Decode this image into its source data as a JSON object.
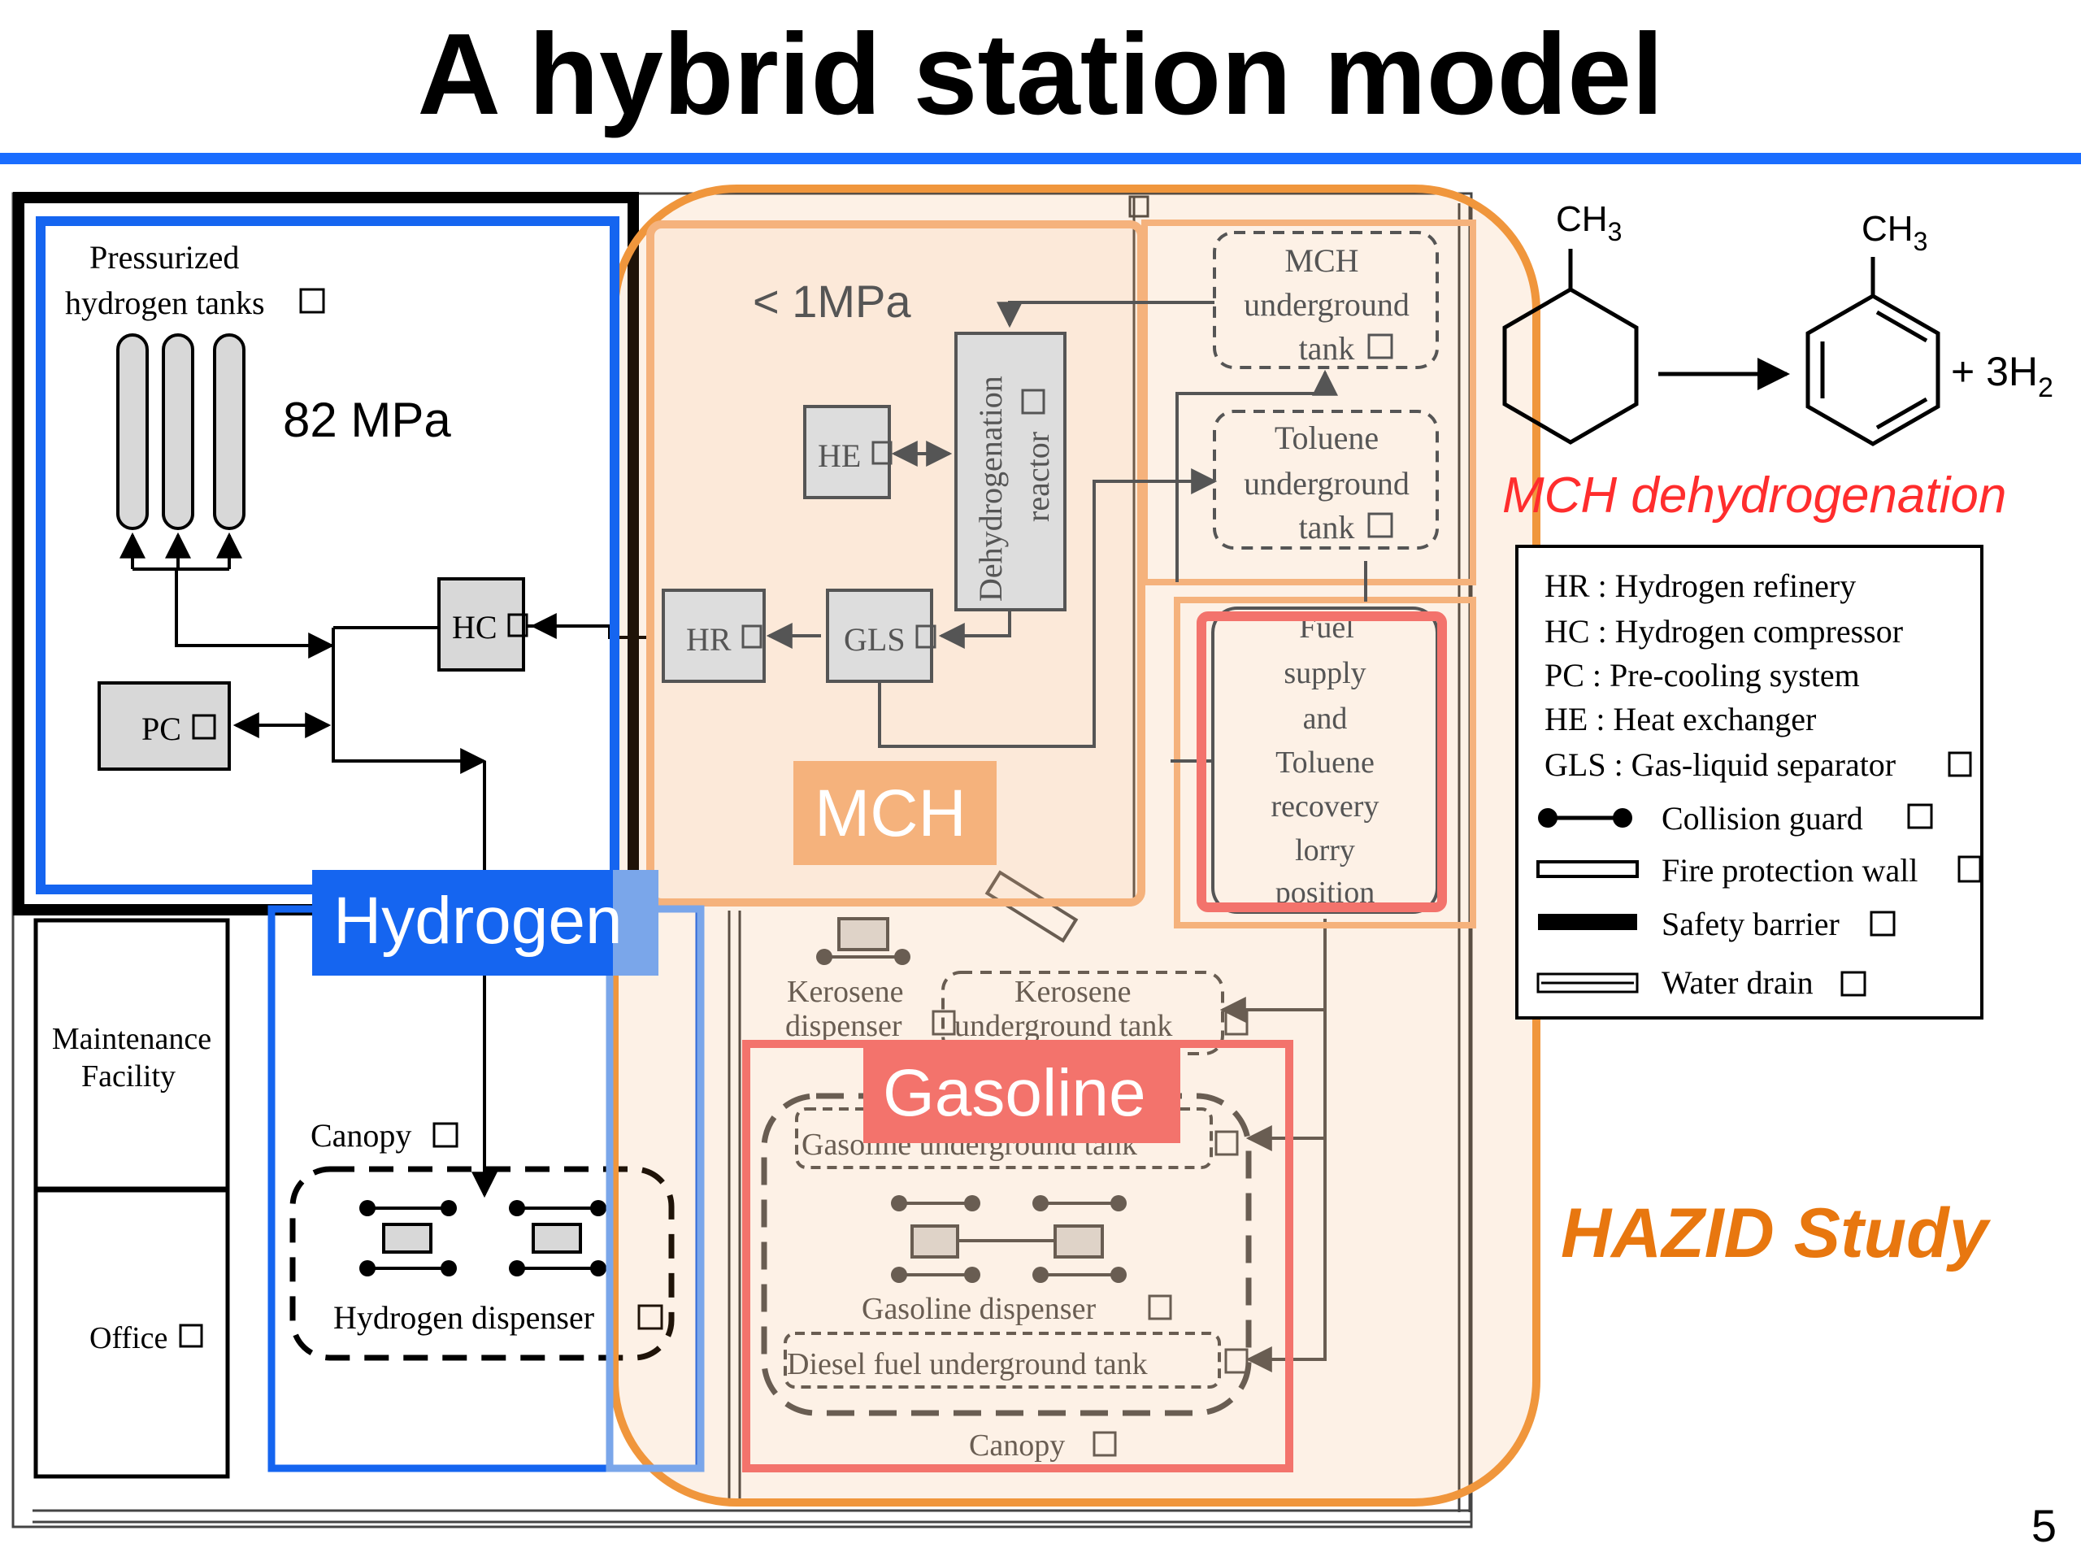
{
  "slide": {
    "title": "A hybrid station model",
    "page_number": "5",
    "accent_color": "#1a6dff"
  },
  "regions": {
    "hydrogen_label": "Hydrogen",
    "mch_label": "MCH",
    "gasoline_label": "Gasoline",
    "hazid_label": "HAZID Study",
    "colors": {
      "hydrogen": "#1565f0",
      "hydrogen_light": "#7aa6ea",
      "hazid": "#f0963c",
      "mch": "#f5b27c",
      "gasoline": "#f3736c",
      "hazid_text": "#e8770f",
      "mch_dehydrogenation_text": "#ff2d2d"
    }
  },
  "hydrogen_area": {
    "tanks_label_line1": "Pressurized",
    "tanks_label_line2": "hydrogen tanks",
    "pressure": "82 MPa",
    "hc": "HC",
    "pc": "PC",
    "canopy": "Canopy",
    "dispenser": "Hydrogen dispenser"
  },
  "mch_area": {
    "pressure": "< 1MPa",
    "he": "HE",
    "hr": "HR",
    "gls": "GLS",
    "reactor_line1": "Dehydrogenation",
    "reactor_line2": "reactor",
    "mch_tank_line1": "MCH",
    "mch_tank_line2": "underground",
    "mch_tank_line3": "tank",
    "toluene_tank_line1": "Toluene",
    "toluene_tank_line2": "underground",
    "toluene_tank_line3": "tank",
    "lorry_lines": [
      "Fuel",
      "supply",
      "and",
      "Toluene",
      "recovery",
      "lorry",
      "position"
    ]
  },
  "site": {
    "maintenance_line1": "Maintenance",
    "maintenance_line2": "Facility",
    "office": "Office",
    "kerosene_dispenser_line1": "Kerosene",
    "kerosene_dispenser_line2": "dispenser",
    "kerosene_tank_line1": "Kerosene",
    "kerosene_tank_line2": "underground tank",
    "gasoline_tank": "Gasoline underground tank",
    "gasoline_dispenser": "Gasoline dispenser",
    "diesel_tank": "Diesel fuel underground tank",
    "canopy": "Canopy"
  },
  "reaction": {
    "ch3_left": "CH",
    "ch3_left_sub": "3",
    "ch3_right": "CH",
    "ch3_right_sub": "3",
    "product": "+ 3H",
    "product_sub": "2",
    "caption": "MCH dehydrogenation"
  },
  "legend": {
    "items": [
      "HR : Hydrogen refinery",
      "HC : Hydrogen compressor",
      "PC : Pre-cooling system",
      "HE : Heat exchanger",
      "GLS : Gas-liquid separator"
    ],
    "collision_guard": "Collision guard",
    "fire_wall": "Fire protection wall",
    "safety_barrier": "Safety barrier",
    "water_drain": "Water drain"
  }
}
